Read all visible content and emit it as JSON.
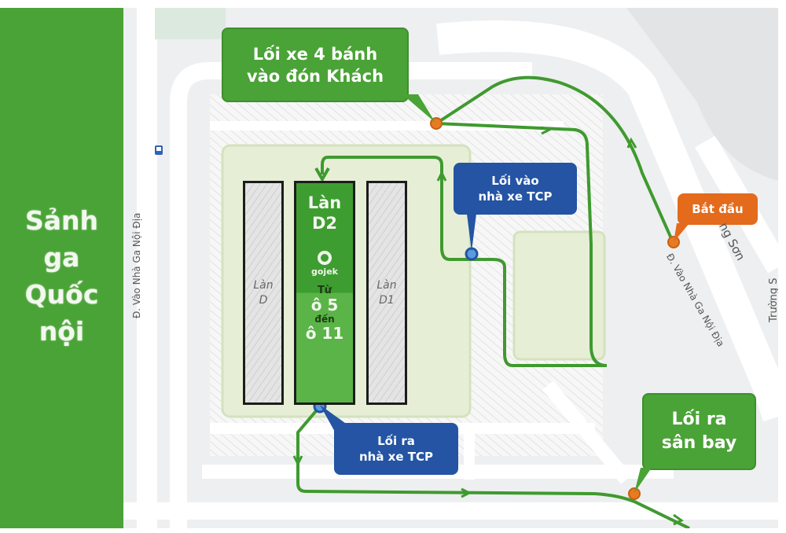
{
  "sidebar": {
    "title_lines": [
      "Sảnh",
      "ga",
      "Quốc",
      "nội"
    ]
  },
  "map": {
    "callouts": {
      "entry_4_wheel": {
        "line1": "Lối xe 4 bánh",
        "line2": "vào đón Khách",
        "color": "#4aa336"
      },
      "tcp_entrance": {
        "line1": "Lối vào",
        "line2": "nhà xe TCP",
        "color": "#2454a3"
      },
      "start": {
        "label": "Bắt đầu",
        "color": "#e46a1c"
      },
      "tcp_exit": {
        "line1": "Lối ra",
        "line2": "nhà xe TCP",
        "color": "#2454a3"
      },
      "airport_exit": {
        "line1": "Lối ra",
        "line2": "sân bay",
        "color": "#4aa336"
      }
    },
    "lanes": {
      "lane_d": {
        "line1": "Làn",
        "line2": "D"
      },
      "lane_d2": {
        "title1": "Làn",
        "title2": "D2",
        "brand": "gojek",
        "from_label": "Từ",
        "from_slot": "ô 5",
        "to_label": "đến",
        "to_slot": "ô 11"
      },
      "lane_d1": {
        "line1": "Làn",
        "line2": "D1"
      }
    },
    "road_labels": {
      "left_road": "Đ. Vào Nhà Ga Nội Địa",
      "right_road": "Đ. Vào Nhà Ga Nội Địa",
      "son_road": "ng Sơn",
      "truong_road": "Trường S"
    },
    "icons": [
      "bus-stop-icon",
      "gojek-logo-icon",
      "route-arrow-icon",
      "waypoint-marker-icon"
    ],
    "colors": {
      "route": "#3f9a2f",
      "orange_marker": "#e87b22",
      "blue_marker": "#2f62b8",
      "parking_area": "#e6efd6",
      "lane_d2_top": "#3e9d30",
      "lane_d2_bottom": "#5ab447"
    }
  }
}
